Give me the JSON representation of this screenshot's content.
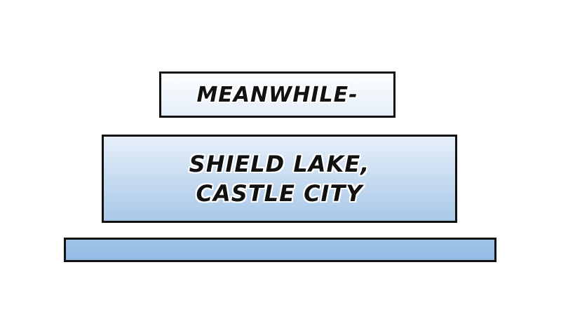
{
  "captions": {
    "first": "MEANWHILE-",
    "second_line1": "SHIELD LAKE,",
    "second_line2": "CASTLE CITY"
  },
  "colors": {
    "border": "#111111",
    "caption_blue": "#a8c8e8",
    "caption_light": "#e4edf8"
  }
}
